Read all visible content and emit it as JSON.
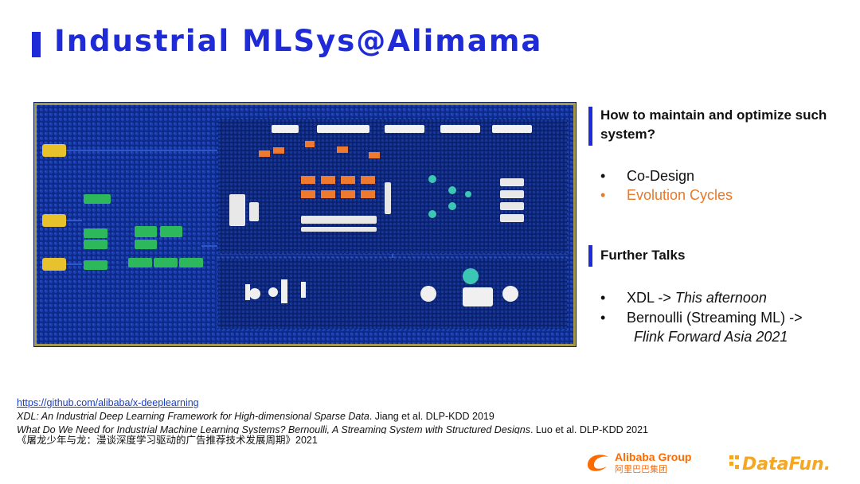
{
  "slide": {
    "title": "Industrial MLSys@Alimama"
  },
  "sections": {
    "maintain": {
      "heading": "How to maintain and optimize such system?",
      "bullets": [
        {
          "text": "Co-Design",
          "color": "#111111"
        },
        {
          "text": "Evolution Cycles",
          "color": "#e8782a"
        }
      ]
    },
    "talks": {
      "heading": "Further Talks",
      "bullets": [
        {
          "text_plain": "XDL -> ",
          "text_italic": "This afternoon"
        },
        {
          "text_plain": "Bernoulli (Streaming ML) ->",
          "text_italic": "Flink Forward Asia 2021"
        }
      ]
    }
  },
  "references": {
    "link": "https://github.com/alibaba/x-deeplearning",
    "ref1_title": "XDL: An Industrial Deep Learning Framework for High-dimensional Sparse Data",
    "ref1_rest": ". Jiang et al. DLP-KDD 2019",
    "ref2_title": "What Do We Need for Industrial Machine Learning Systems? Bernoulli, A Streaming System with Structured Designs",
    "ref2_rest": ". Luo et al. DLP-KDD 2021",
    "ref3": "《屠龙少年与龙：漫谈深度学习驱动的广告推荐技术发展周期》2021"
  },
  "logos": {
    "alibaba_en": "Alibaba Group",
    "alibaba_cn": "阿里巴巴集团",
    "datafun": "DataFun."
  },
  "colors": {
    "accent": "#1f2bd6",
    "orange": "#e8782a",
    "mosaic_bg": "#0d2a8a"
  }
}
